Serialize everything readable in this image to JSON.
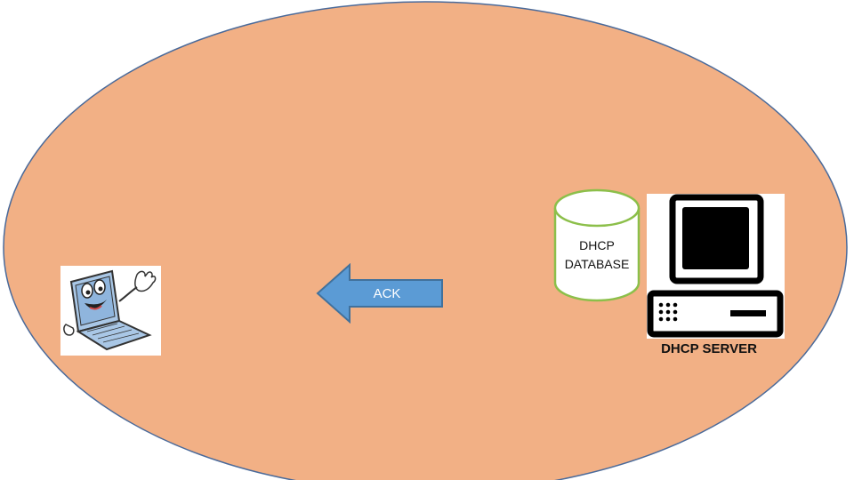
{
  "diagram": {
    "arrow_label": "ACK",
    "database_label_lines": [
      "DHCP",
      "DATABASE"
    ],
    "server_label": "DHCP SERVER"
  },
  "colors": {
    "network_fill": "#f2b085",
    "network_stroke": "#4a6a9a",
    "arrow_fill": "#5b9bd5",
    "arrow_stroke": "#41719c",
    "database_stroke": "#8cbf4a",
    "server_stroke": "#000000"
  },
  "icons": {
    "client": "cartoon-laptop-icon",
    "server": "desktop-computer-icon",
    "database": "cylinder-database-icon",
    "arrow": "left-arrow-icon"
  }
}
